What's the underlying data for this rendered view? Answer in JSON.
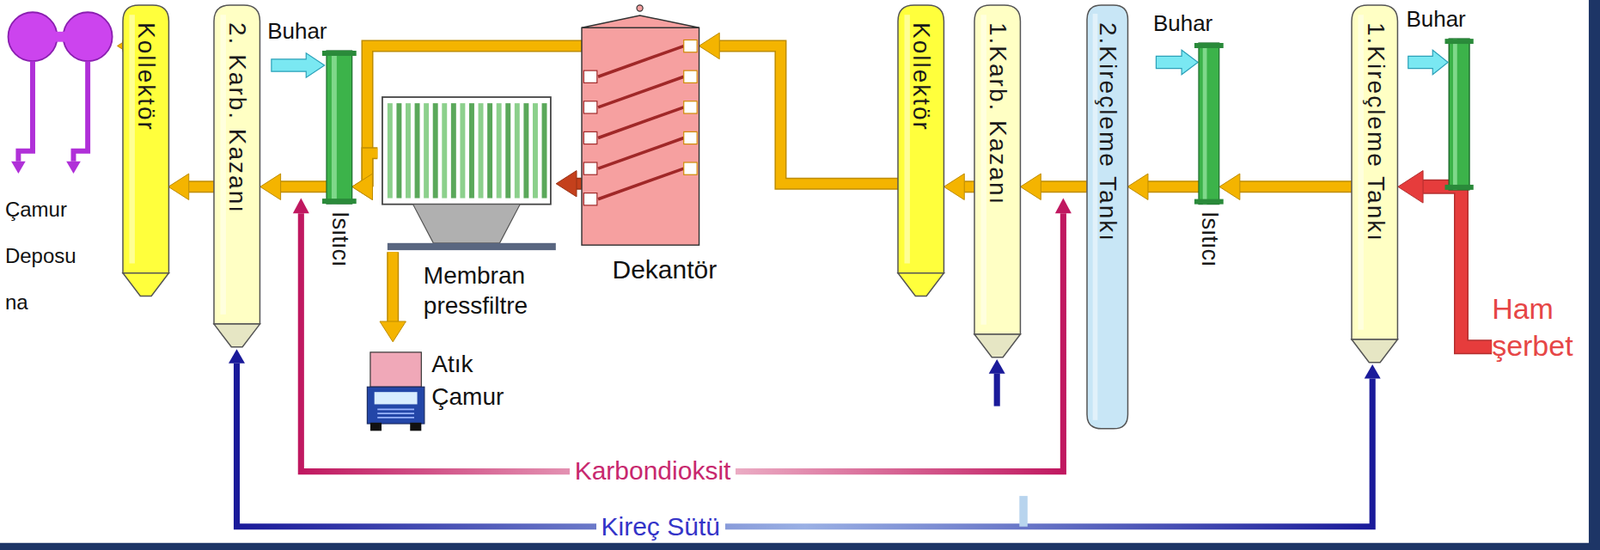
{
  "diagram": {
    "nodes": [
      {
        "text": [
          "Çamur Deposu na"
        ]
      },
      {
        "text": [
          "Kollektör"
        ]
      },
      {
        "text": [
          "2. Karb. Kazanı"
        ]
      },
      {
        "text": [
          "Isıtıcı"
        ]
      },
      {
        "text": [
          "Membran pressfiltre"
        ]
      },
      {
        "text": [
          "Atık Çamur"
        ]
      },
      {
        "text": [
          "Dekantör"
        ]
      },
      {
        "text": [
          "Kollektör"
        ]
      },
      {
        "text": [
          "1.Karb. Kazanı"
        ]
      },
      {
        "text": [
          "2.Kireçleme Tankı"
        ]
      },
      {
        "text": [
          "Isıtıcı"
        ]
      },
      {
        "text": [
          "1.Kireçleme Tankı"
        ]
      },
      {
        "text": [
          "Ham şerbet"
        ]
      }
    ],
    "edges": [
      {
        "from": 12,
        "to": 11,
        "arrow": "to"
      },
      {
        "from": 11,
        "to": 10,
        "arrow": "to"
      },
      {
        "from": 10,
        "to": 9,
        "arrow": "to"
      },
      {
        "from": 9,
        "to": 8,
        "arrow": "to"
      },
      {
        "from": 8,
        "to": 7,
        "arrow": "to"
      },
      {
        "from": 7,
        "to": 6,
        "arrow": "to"
      },
      {
        "from": 6,
        "to": 3,
        "arrow": "to"
      },
      {
        "from": 6,
        "to": 4,
        "arrow": "to"
      },
      {
        "from": 4,
        "to": 3,
        "arrow": "to"
      },
      {
        "from": 4,
        "to": 5,
        "arrow": "to"
      },
      {
        "from": 3,
        "to": 2,
        "arrow": "to"
      },
      {
        "from": 2,
        "to": 1,
        "arrow": "to"
      },
      {
        "from": 1,
        "to": 0,
        "arrow": "to"
      }
    ],
    "labels": [
      "Buhar",
      "Buhar",
      "Buhar",
      "Karbondioksit",
      "Kireç Sütü"
    ]
  }
}
